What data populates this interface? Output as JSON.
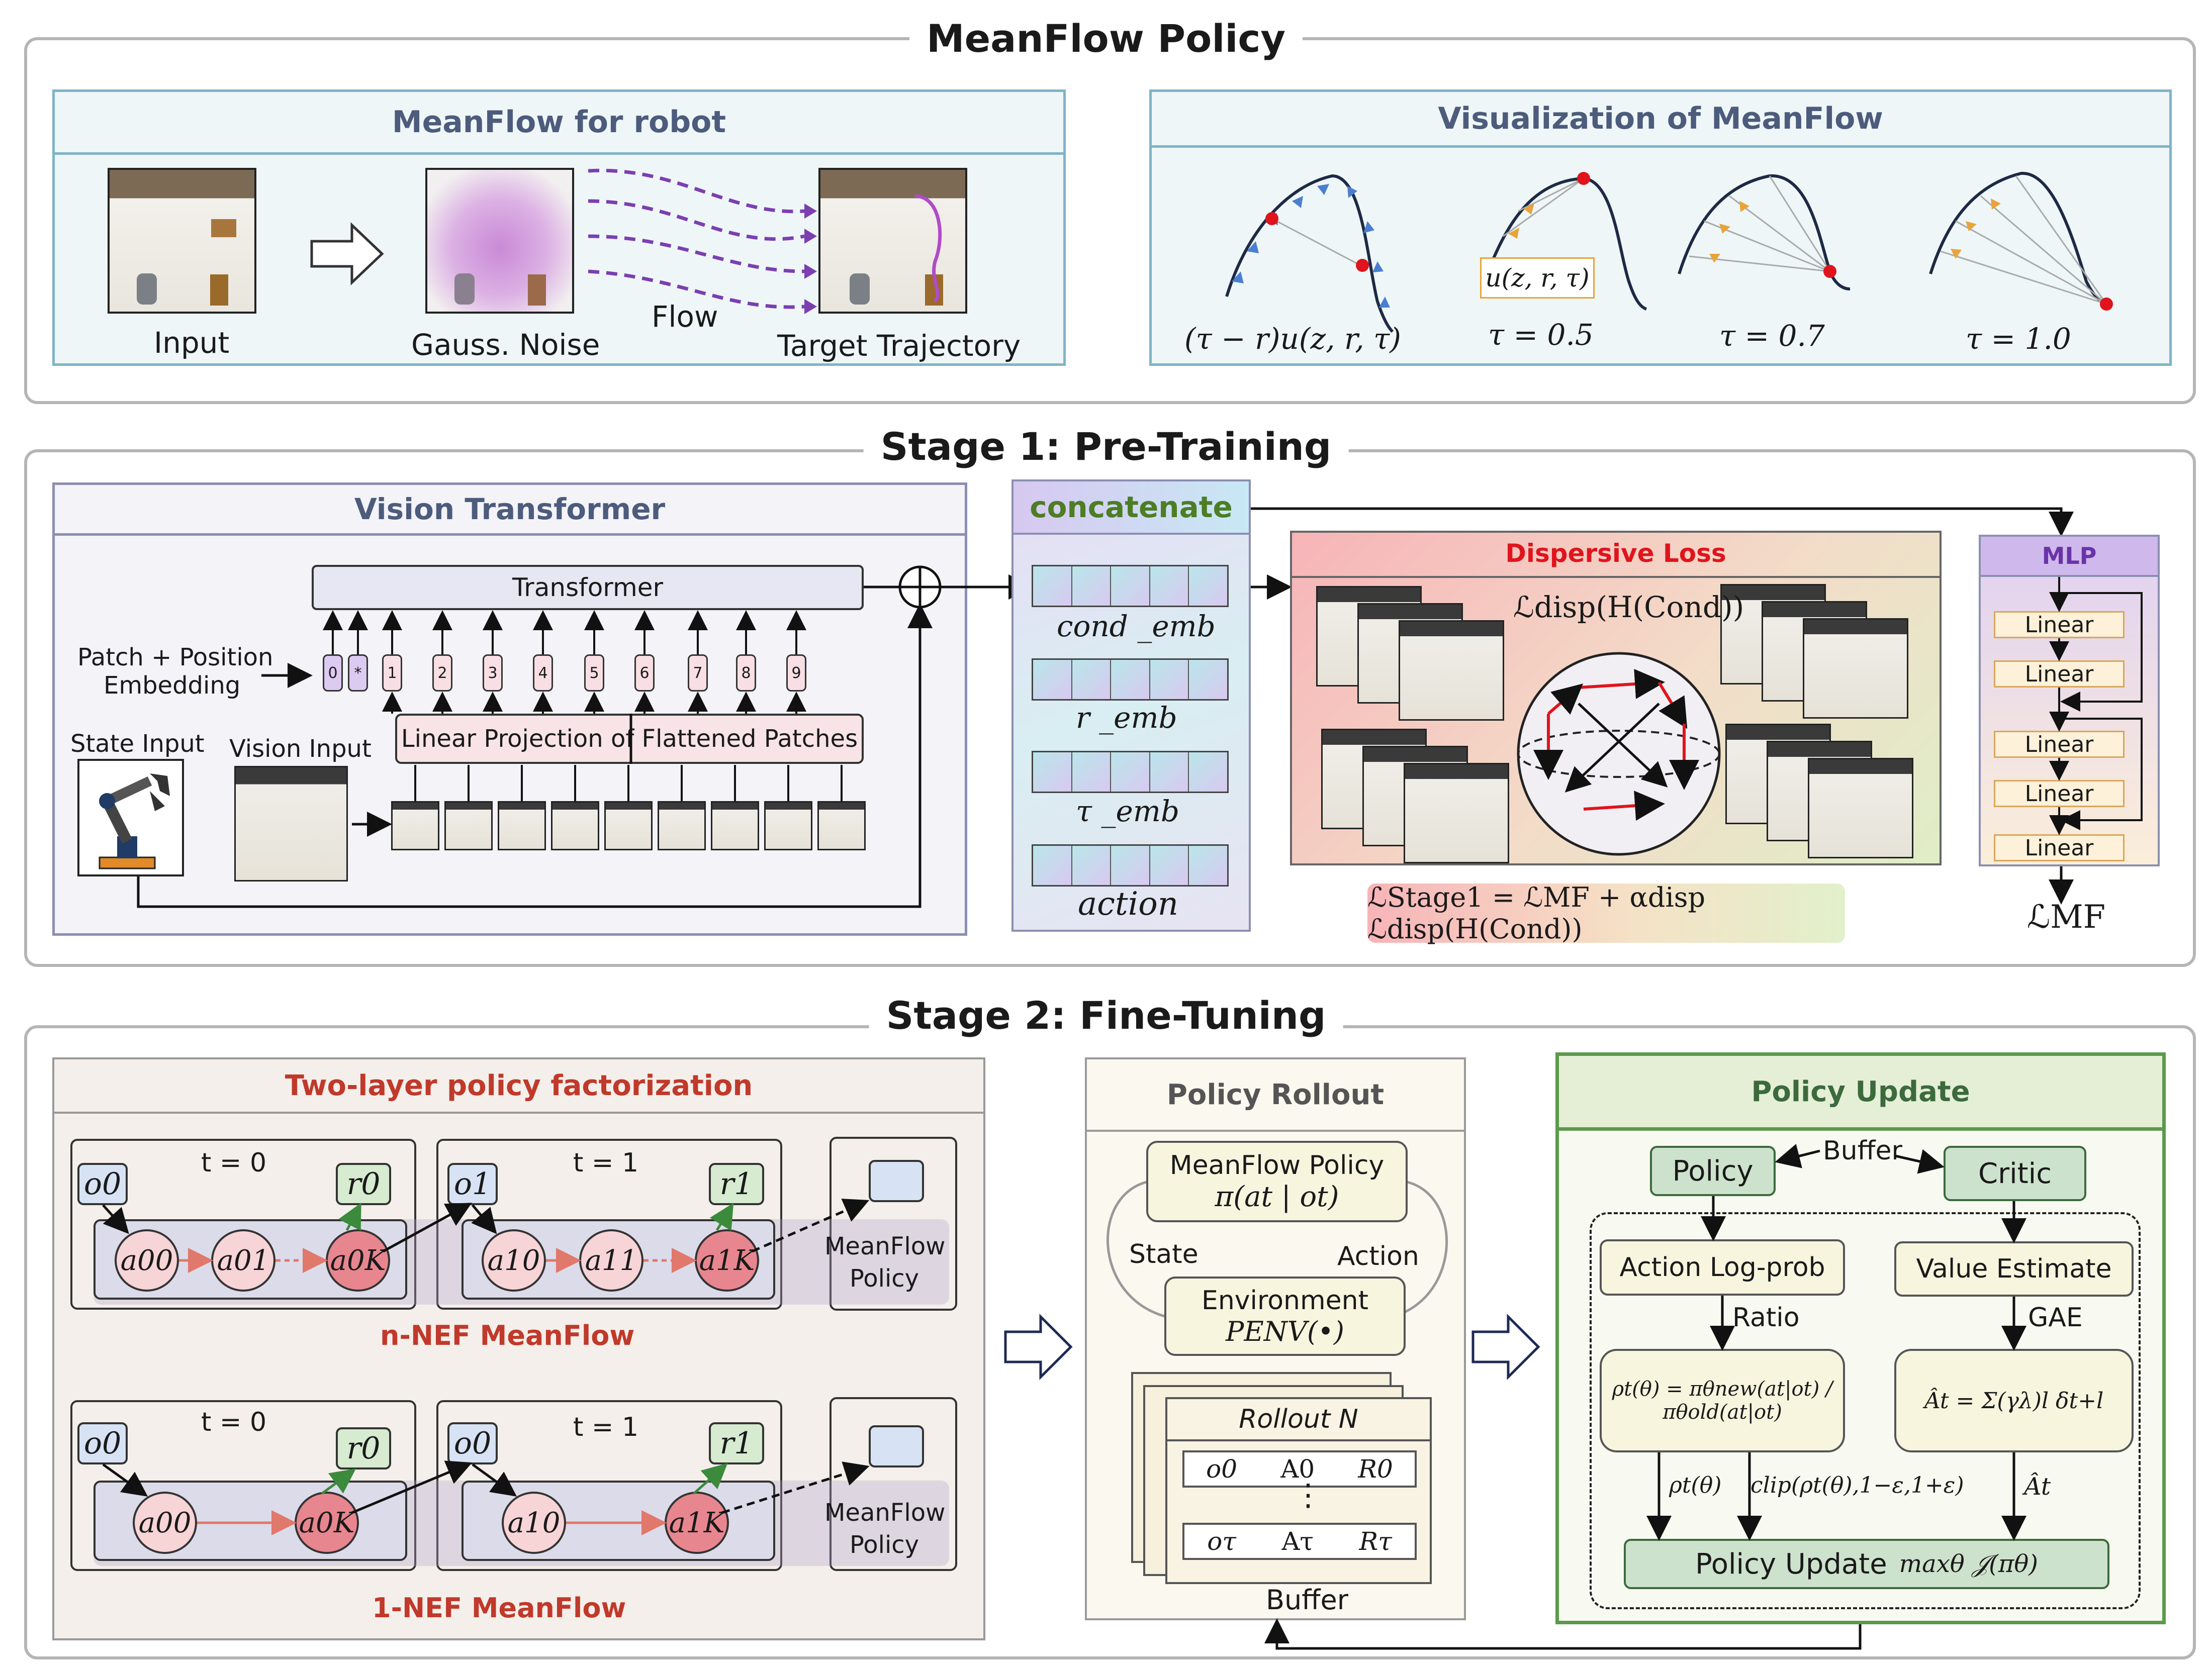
{
  "sections": {
    "meanflow_policy": "MeanFlow Policy",
    "stage1": "Stage 1: Pre-Training",
    "stage2": "Stage 2: Fine-Tuning"
  },
  "meanflow_robot": {
    "title": "MeanFlow for robot",
    "input": "Input",
    "noise": "Gauss. Noise",
    "flow": "Flow",
    "target": "Target Trajectory"
  },
  "visualization": {
    "title": "Visualization of MeanFlow",
    "box_label": "u(z, r, τ)",
    "captions": [
      "(τ − r)u(z, r, τ)",
      "τ = 0.5",
      "τ = 0.7",
      "τ = 1.0"
    ]
  },
  "vit": {
    "title": "Vision Transformer",
    "transformer": "Transformer",
    "patch_pos": "Patch + Position",
    "embedding": "Embedding",
    "linear_proj": "Linear Projection of Flattened Patches",
    "state_input": "State Input",
    "vision_input": "Vision Input",
    "tokens": [
      "0",
      "*",
      "1",
      "2",
      "3",
      "4",
      "5",
      "6",
      "7",
      "8",
      "9"
    ]
  },
  "concat": {
    "title": "concatenate",
    "embs": [
      "cond _emb",
      "r _emb",
      "τ _emb",
      "action"
    ]
  },
  "dispersive": {
    "title": "Dispersive Loss",
    "loss": "ℒdisp(H(Cond))",
    "stage1_loss": "ℒStage1 = ℒMF + αdisp ℒdisp(H(Cond))"
  },
  "mlp": {
    "title": "MLP",
    "layers": [
      "Linear",
      "Linear",
      "Linear",
      "Linear",
      "Linear"
    ],
    "loss": "ℒMF"
  },
  "factorization": {
    "title": "Two-layer policy factorization",
    "t0": "t = 0",
    "t1": "t = 1",
    "meanflow_policy": [
      "MeanFlow",
      "Policy"
    ],
    "nnef": "n-NEF MeanFlow",
    "onenef": "1-NEF MeanFlow",
    "obs": [
      "o0",
      "o1"
    ],
    "rew": [
      "r0",
      "r1"
    ],
    "actions_n": [
      "a00",
      "a01",
      "a0K",
      "a10",
      "a11",
      "a1K"
    ],
    "actions_1": [
      "a00",
      "a0K",
      "a10",
      "a1K"
    ],
    "obs_1": [
      "o0",
      "o0"
    ],
    "rew_1": [
      "r0",
      "r1"
    ]
  },
  "rollout": {
    "title": "Policy Rollout",
    "policy": "MeanFlow Policy",
    "policy_expr": "π(at | ot)",
    "state": "State",
    "action": "Action",
    "env": "Environment",
    "env_expr": "PENV(•)",
    "rollout_n": "Rollout N",
    "row1": [
      "o0",
      "A0",
      "R0"
    ],
    "row2": [
      "oτ",
      "Aτ",
      "Rτ"
    ],
    "dots": "⋮",
    "buffer": "Buffer"
  },
  "update": {
    "title": "Policy Update",
    "policy": "Policy",
    "buffer": "Buffer",
    "critic": "Critic",
    "logprob": "Action Log-prob",
    "value": "Value Estimate",
    "ratio": "Ratio",
    "gae": "GAE",
    "ratio_expr": "ρt(θ) = πθnew(at|ot) / πθold(at|ot)",
    "adv_expr": "Ât = Σ(γλ)l δt+l",
    "rho": "ρt(θ)",
    "clip": "clip(ρt(θ),1−ε,1+ε)",
    "ahat": "Ât",
    "final": "Policy Update",
    "final_expr": "maxθ 𝒥(πθ)"
  },
  "colors": {
    "panel_border": "#7fb3c6",
    "panel_bg": "#eef6f8",
    "red_title": "#c0392b",
    "green_title": "#3c6a3c",
    "arrow_purple": "#7b3fb0",
    "node_pink": "#f4c6cb",
    "node_red": "#e8868f"
  }
}
